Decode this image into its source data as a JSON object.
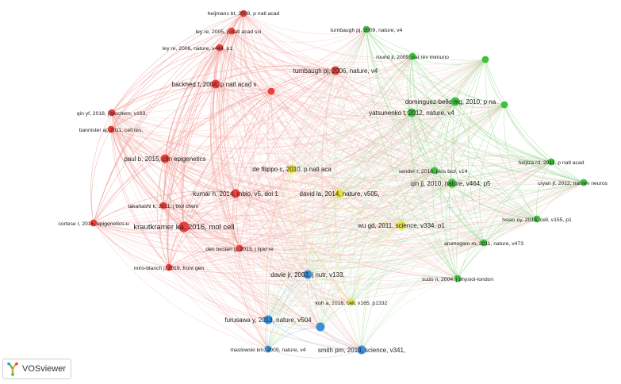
{
  "app": {
    "name": "VOSviewer",
    "logo_icon": "vosviewer-logo-icon"
  },
  "colors": {
    "clusters": {
      "red": "#e8403c",
      "green": "#3fbf3f",
      "blue": "#3a8fd8",
      "yellow": "#e8e23a"
    },
    "edges": {
      "red": "#f0a09a",
      "green": "#a9dea2",
      "blue": "#a9c9ee",
      "yellow": "#ece58f"
    }
  },
  "network": {
    "nodes": [
      {
        "id": "heijmans",
        "label": "heijmans bt, 2008, p natl acad",
        "cluster": "red",
        "weight": 2
      },
      {
        "id": "ley2005",
        "label": "ley re, 2005, p natl acad sci",
        "cluster": "red",
        "weight": 2
      },
      {
        "id": "ley2006",
        "label": "ley re, 2006, nature, v444, p1",
        "cluster": "red",
        "weight": 2
      },
      {
        "id": "turnbaugh2006",
        "label": "turnbaugh pj, 2006, nature, v4",
        "cluster": "red",
        "weight": 3
      },
      {
        "id": "backhed",
        "label": "backhed f, 2004, p natl acad s",
        "cluster": "red",
        "weight": 3
      },
      {
        "id": "red_unl",
        "label": "",
        "cluster": "red",
        "weight": 2
      },
      {
        "id": "qin2018",
        "label": "qin yf, 2018, j biochem, v163,",
        "cluster": "red",
        "weight": 2
      },
      {
        "id": "bannister",
        "label": "bannister aj, 2011, cell res,",
        "cluster": "red",
        "weight": 2
      },
      {
        "id": "paul",
        "label": "paul b, 2015, clin epigenetics",
        "cluster": "red",
        "weight": 3
      },
      {
        "id": "kumar",
        "label": "kumar h, 2014, mbio, v5, doi 1",
        "cluster": "red",
        "weight": 3
      },
      {
        "id": "takahashi",
        "label": "takahashi k, 2011, j biol chem",
        "cluster": "red",
        "weight": 2
      },
      {
        "id": "cortese",
        "label": "cortese r, 2016, epigenetics-u",
        "cluster": "red",
        "weight": 2
      },
      {
        "id": "krautkramer",
        "label": "krautkramer ka, 2016, mol cell",
        "cluster": "red",
        "weight": 4
      },
      {
        "id": "denbesten",
        "label": "den besten g, 2013, j lipid re",
        "cluster": "red",
        "weight": 2
      },
      {
        "id": "miroblanch",
        "label": "miro-blanch j, 2019, front gen",
        "cluster": "red",
        "weight": 2
      },
      {
        "id": "turnbaugh2009",
        "label": "turnbaugh pj, 2009, nature, v4",
        "cluster": "green",
        "weight": 2
      },
      {
        "id": "round",
        "label": "round jl, 2009, nat rev immuno",
        "cluster": "green",
        "weight": 2
      },
      {
        "id": "green_unl1",
        "label": "",
        "cluster": "green",
        "weight": 2
      },
      {
        "id": "dominguez",
        "label": "dominguez-bello mg, 2010, p na",
        "cluster": "green",
        "weight": 3
      },
      {
        "id": "green_unl2",
        "label": "",
        "cluster": "green",
        "weight": 2
      },
      {
        "id": "yatsunenko",
        "label": "yatsunenko t, 2012, nature, v4",
        "cluster": "green",
        "weight": 3
      },
      {
        "id": "heijtza",
        "label": "heijtza rd, 2011, p natl acad",
        "cluster": "green",
        "weight": 2
      },
      {
        "id": "sender",
        "label": "sender r, 2016, plos biol, v14",
        "cluster": "green",
        "weight": 2
      },
      {
        "id": "cryan",
        "label": "cryan jf, 2012, nat rev neuros",
        "cluster": "green",
        "weight": 2
      },
      {
        "id": "qin2010",
        "label": "qin jj, 2010, nature, v464, p5",
        "cluster": "green",
        "weight": 3
      },
      {
        "id": "hsiao",
        "label": "hsiao ey, 2013, cell, v155, p1",
        "cluster": "green",
        "weight": 2
      },
      {
        "id": "arumugam",
        "label": "arumugam m, 2011, nature, v473",
        "cluster": "green",
        "weight": 2
      },
      {
        "id": "sudo",
        "label": "sudo n, 2004, j physiol-london",
        "cluster": "green",
        "weight": 2
      },
      {
        "id": "defilippo",
        "label": "de filippo c, 2010, p natl aca",
        "cluster": "yellow",
        "weight": 3
      },
      {
        "id": "david",
        "label": "david la, 2014, nature, v505,",
        "cluster": "yellow",
        "weight": 3
      },
      {
        "id": "wu",
        "label": "wu gd, 2011, science, v334, p1",
        "cluster": "yellow",
        "weight": 3
      },
      {
        "id": "koh",
        "label": "koh a, 2016, cell, v165, p1332",
        "cluster": "yellow",
        "weight": 2
      },
      {
        "id": "davie",
        "label": "davie jr, 2003, j nutr, v133,",
        "cluster": "blue",
        "weight": 3
      },
      {
        "id": "furusawa",
        "label": "furusawa y, 2013, nature, v504",
        "cluster": "blue",
        "weight": 3
      },
      {
        "id": "blue_unl",
        "label": "",
        "cluster": "blue",
        "weight": 3
      },
      {
        "id": "maslowski",
        "label": "maslowski km, 2009, nature, v4",
        "cluster": "blue",
        "weight": 2
      },
      {
        "id": "smith",
        "label": "smith pm, 2013, science, v341,",
        "cluster": "blue",
        "weight": 3
      }
    ]
  }
}
